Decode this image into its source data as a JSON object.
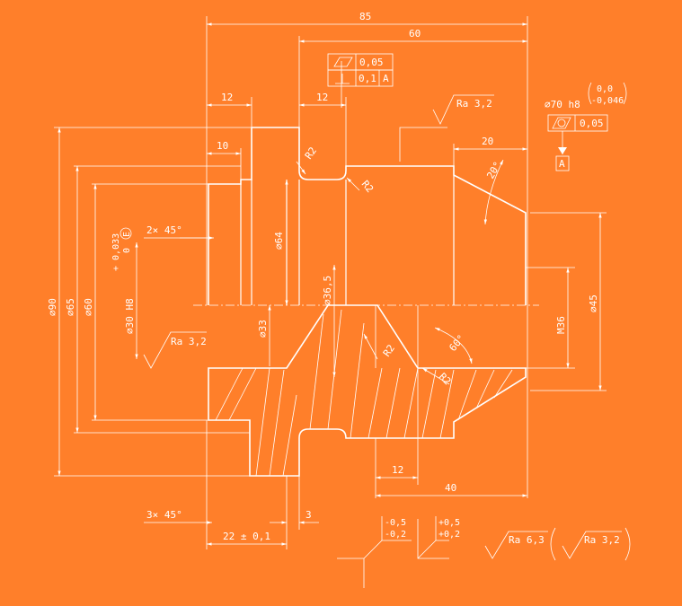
{
  "colors": {
    "background": "#ff7f2a",
    "line": "#ffffff"
  },
  "dimensions": {
    "d85": "85",
    "d60": "60",
    "d12a": "12",
    "d12b": "12",
    "d10": "10",
    "d20": "20",
    "d12c": "12",
    "d40": "40",
    "d3": "3",
    "d22": "22 ± 0,1",
    "chamfer2": "2× 45°",
    "chamfer3": "3× 45°",
    "dia90": "⌀90",
    "dia65": "⌀65",
    "dia60": "⌀60",
    "dia64": "⌀64",
    "dia33": "⌀33",
    "dia36_5": "⌀36,5",
    "dia45": "⌀45",
    "m36": "M36",
    "dia30": "⌀30 H8",
    "dia30_tol_top": "+ 0,033",
    "dia30_tol_bot": "0",
    "envelope": "E",
    "dia70": "⌀70 h8",
    "dia70_tol_top": "0,0",
    "dia70_tol_bot": "-0,046",
    "angle20": "20°",
    "angle60": "60°",
    "r2a": "R2",
    "r2b": "R2",
    "r2c": "R2",
    "r2d": "R2"
  },
  "frames": {
    "flatness_value": "0,05",
    "perp_value": "0,1",
    "perp_datum": "A",
    "cyl_value": "0,05",
    "datum_label": "A"
  },
  "roughness": {
    "ra_top": "Ra 3,2",
    "ra_left": "Ra 3,2",
    "ra_general": "Ra 6,3",
    "ra_paren": "Ra 3,2"
  },
  "legend": {
    "minus_top": "-0,5",
    "minus_bot": "-0,2",
    "plus_top": "+0,5",
    "plus_bot": "+0,2"
  }
}
